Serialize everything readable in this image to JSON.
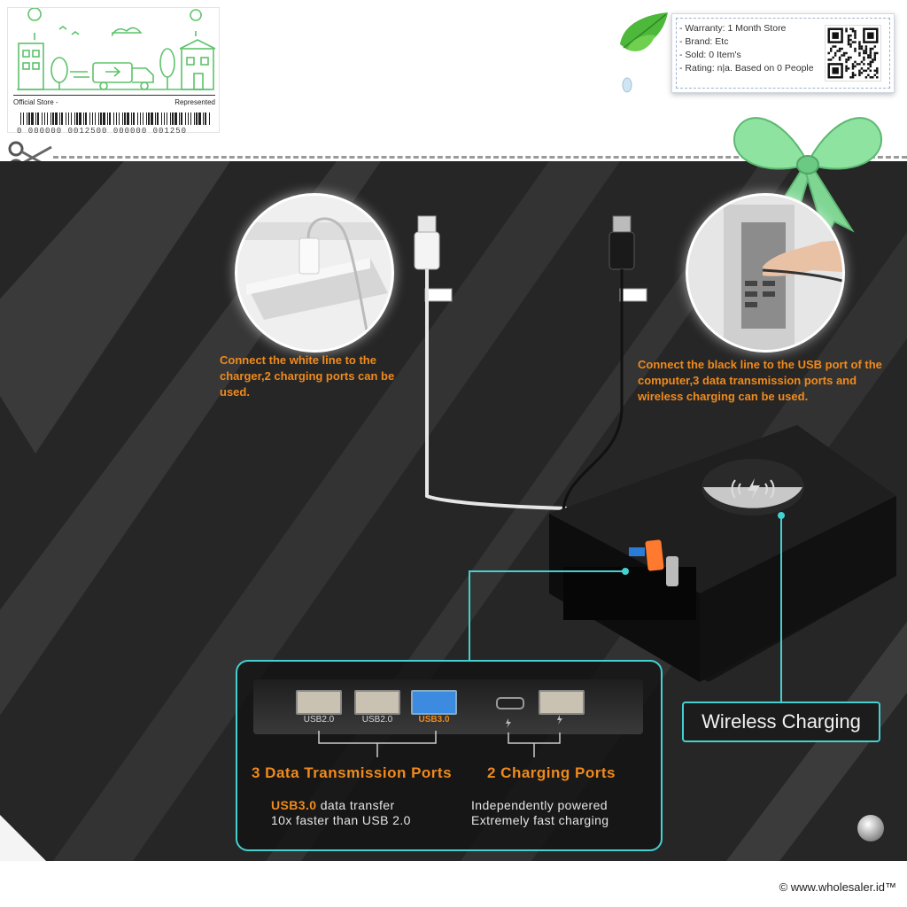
{
  "store": {
    "left_label": "Official Store -",
    "right_label": "Represented",
    "barcode_number": "0 000000 0012500 000000 001250"
  },
  "info": {
    "warranty": "- Warranty: 1 Month Store",
    "brand": "- Brand: Etc",
    "sold": "- Sold: 0 Item's",
    "rating": "- Rating: n|a. Based on 0 People"
  },
  "captions": {
    "white_line": "Connect the white line to the charger,2 charging ports can be used.",
    "black_line": "Connect the black line to the USB port of the computer,3 data transmission ports and wireless charging can be used."
  },
  "ports": {
    "labels": [
      "USB2.0",
      "USB2.0",
      "USB3.0"
    ],
    "data_title": "3 Data Transmission Ports",
    "charging_title": "2 Charging Ports",
    "usb3_highlight": "USB3.0",
    "usb3_desc_1": " data transfer",
    "usb3_desc_2": "10x faster than USB 2.0",
    "charging_desc_1": "Independently powered",
    "charging_desc_2": "Extremely fast charging"
  },
  "wireless": {
    "label": "Wireless Charging"
  },
  "footer": {
    "copyright": "© www.wholesaler.id™"
  },
  "colors": {
    "accent_orange": "#f08a1c",
    "accent_cyan": "#45d0d0",
    "store_green": "#5dc26b"
  },
  "icons": [
    "location-pin-icon",
    "delivery-truck-icon",
    "leaf-icon",
    "qr-code-icon",
    "scissors-icon",
    "ribbon-bow-icon",
    "lightning-icon",
    "wireless-charging-icon"
  ]
}
